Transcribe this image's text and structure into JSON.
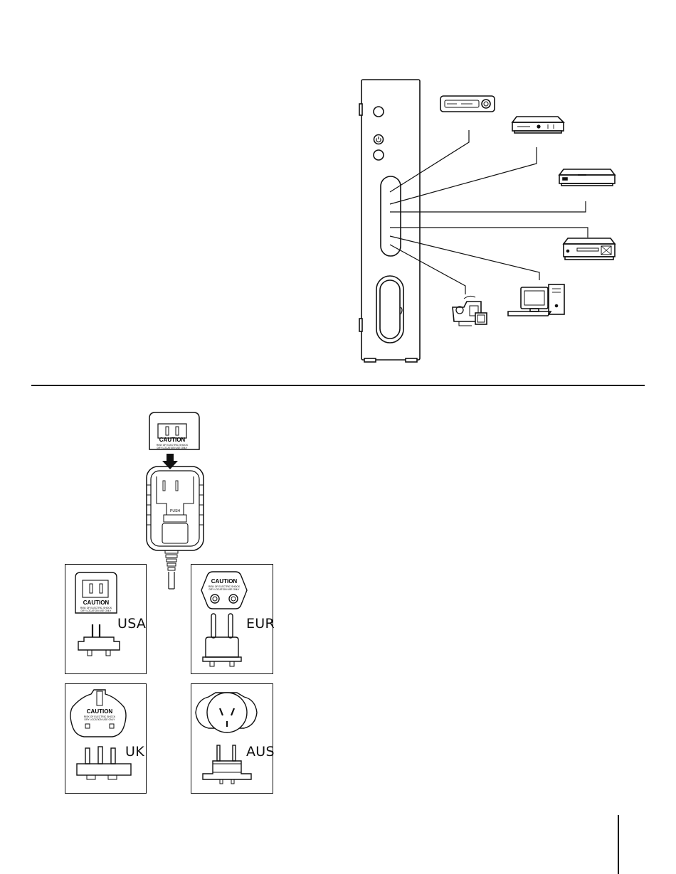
{
  "caution_text": "CAUTION",
  "caution_fine_print": "RISK OF ELECTRIC SHOCK DRY LOCATION USE ONLY",
  "push_label": "PUSH",
  "plugs": [
    {
      "id": "usa",
      "label": "USA"
    },
    {
      "id": "eur",
      "label": "EUR"
    },
    {
      "id": "uk",
      "label": "UK"
    },
    {
      "id": "aus",
      "label": "AUS"
    }
  ],
  "connection_diagram": {
    "devices": [
      {
        "name": "game-console-icon"
      },
      {
        "name": "cable-box-icon"
      },
      {
        "name": "dvd-player-icon"
      },
      {
        "name": "vcr-icon"
      },
      {
        "name": "desktop-computer-icon"
      },
      {
        "name": "camcorder-icon"
      }
    ]
  },
  "colors": {
    "ink": "#111111",
    "divider": "#1a1a1a"
  }
}
